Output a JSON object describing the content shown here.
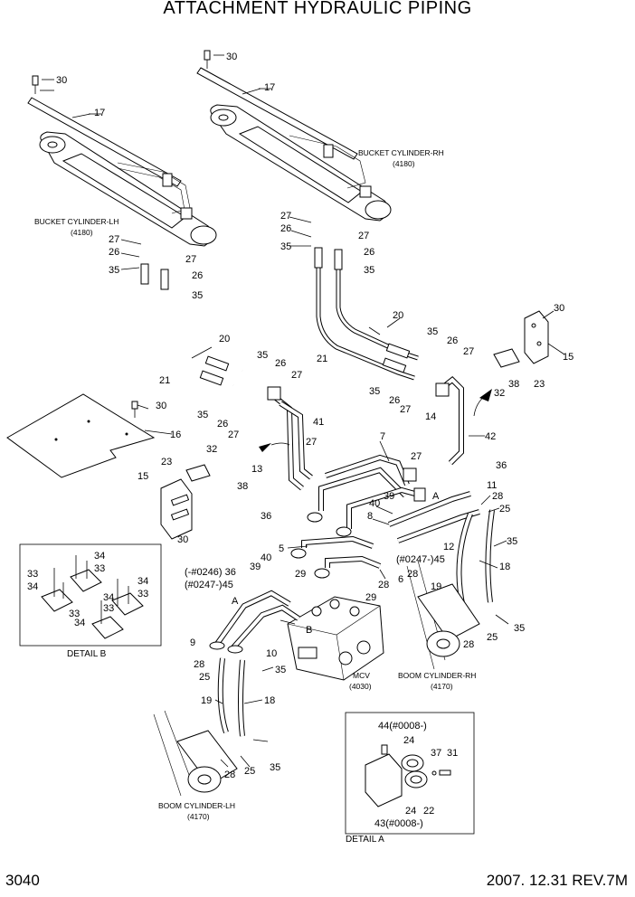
{
  "title": "ATTACHMENT HYDRAULIC PIPING",
  "page_number": "3040",
  "revision": "2007. 12.31  REV.7M",
  "labels": {
    "bucket_cyl_lh": "BUCKET CYLINDER-LH",
    "bucket_cyl_lh_no": "(4180)",
    "bucket_cyl_rh": "BUCKET CYLINDER-RH",
    "bucket_cyl_rh_no": "(4180)",
    "boom_cyl_rh": "BOOM CYLINDER-RH",
    "boom_cyl_rh_no": "(4170)",
    "boom_cyl_lh": "BOOM CYLINDER-LH",
    "boom_cyl_lh_no": "(4170)",
    "mcv": "MCV",
    "mcv_no": "(4030)",
    "detail_a": "DETAIL A",
    "detail_b": "DETAIL B",
    "port_a1": "A",
    "port_a2": "A",
    "port_b": "B"
  },
  "callouts": {
    "c30a": "30",
    "c17a": "17",
    "c30b": "30",
    "c17b": "17",
    "c27a": "27",
    "c26a": "26",
    "c35a": "35",
    "c27b": "27",
    "c26b": "26",
    "c35b": "35",
    "c27c": "27",
    "c26c": "26",
    "c35c": "35",
    "c27d": "27",
    "c26d": "26",
    "c35d": "35",
    "c20a": "20",
    "c21a": "21",
    "c35e": "35",
    "c26e": "26",
    "c27e": "27",
    "c35f": "35",
    "c26f": "26",
    "c27f": "27",
    "c20b": "20",
    "c21b": "21",
    "c35g": "35",
    "c26g": "26",
    "c27g": "27",
    "c32a": "32",
    "c35h": "35",
    "c26h": "26",
    "c27h": "27",
    "c30c": "30",
    "c15a": "15",
    "c38a": "38",
    "c23a": "23",
    "c14": "14",
    "c42": "42",
    "c36a": "36",
    "c27i": "27",
    "c30d": "30",
    "c16": "16",
    "c41": "41",
    "c27j": "27",
    "c7": "7",
    "c23b": "23",
    "c32b": "32",
    "c38b": "38",
    "c13": "13",
    "c15b": "15",
    "c36b": "36",
    "c30e": "30",
    "c11": "11",
    "c28a": "28",
    "c25a": "25",
    "c39a": "39",
    "c40a": "40",
    "c8": "8",
    "c12": "12",
    "c35i": "35",
    "c18a": "18",
    "c0247_45a": "(#0247-)45",
    "c28b": "28",
    "c19a": "19",
    "c35j": "35",
    "c25b": "25",
    "c28c": "28",
    "c39b": "39",
    "c40b": "40",
    "c5": "5",
    "c6": "6",
    "c29a": "29",
    "c29b": "29",
    "c28d": "28",
    "c0246_36": "(-#0246) 36",
    "c0247_45b": "(#0247-)45",
    "c9": "9",
    "c10": "10",
    "c28e": "28",
    "c25c": "25",
    "c35k": "35",
    "c19b": "19",
    "c18b": "18",
    "c28f": "28",
    "c25d": "25",
    "c35l": "35",
    "c34a": "34",
    "c33a": "33",
    "c34b": "34",
    "c33b": "33",
    "c34c": "34",
    "c33c": "33",
    "c34d": "34",
    "c33d": "33",
    "c33e": "33",
    "c34e": "34",
    "c44": "44(#0008-)",
    "c24a": "24",
    "c37": "37",
    "c31": "31",
    "c24b": "24",
    "c22": "22",
    "c43": "43(#0008-)"
  }
}
